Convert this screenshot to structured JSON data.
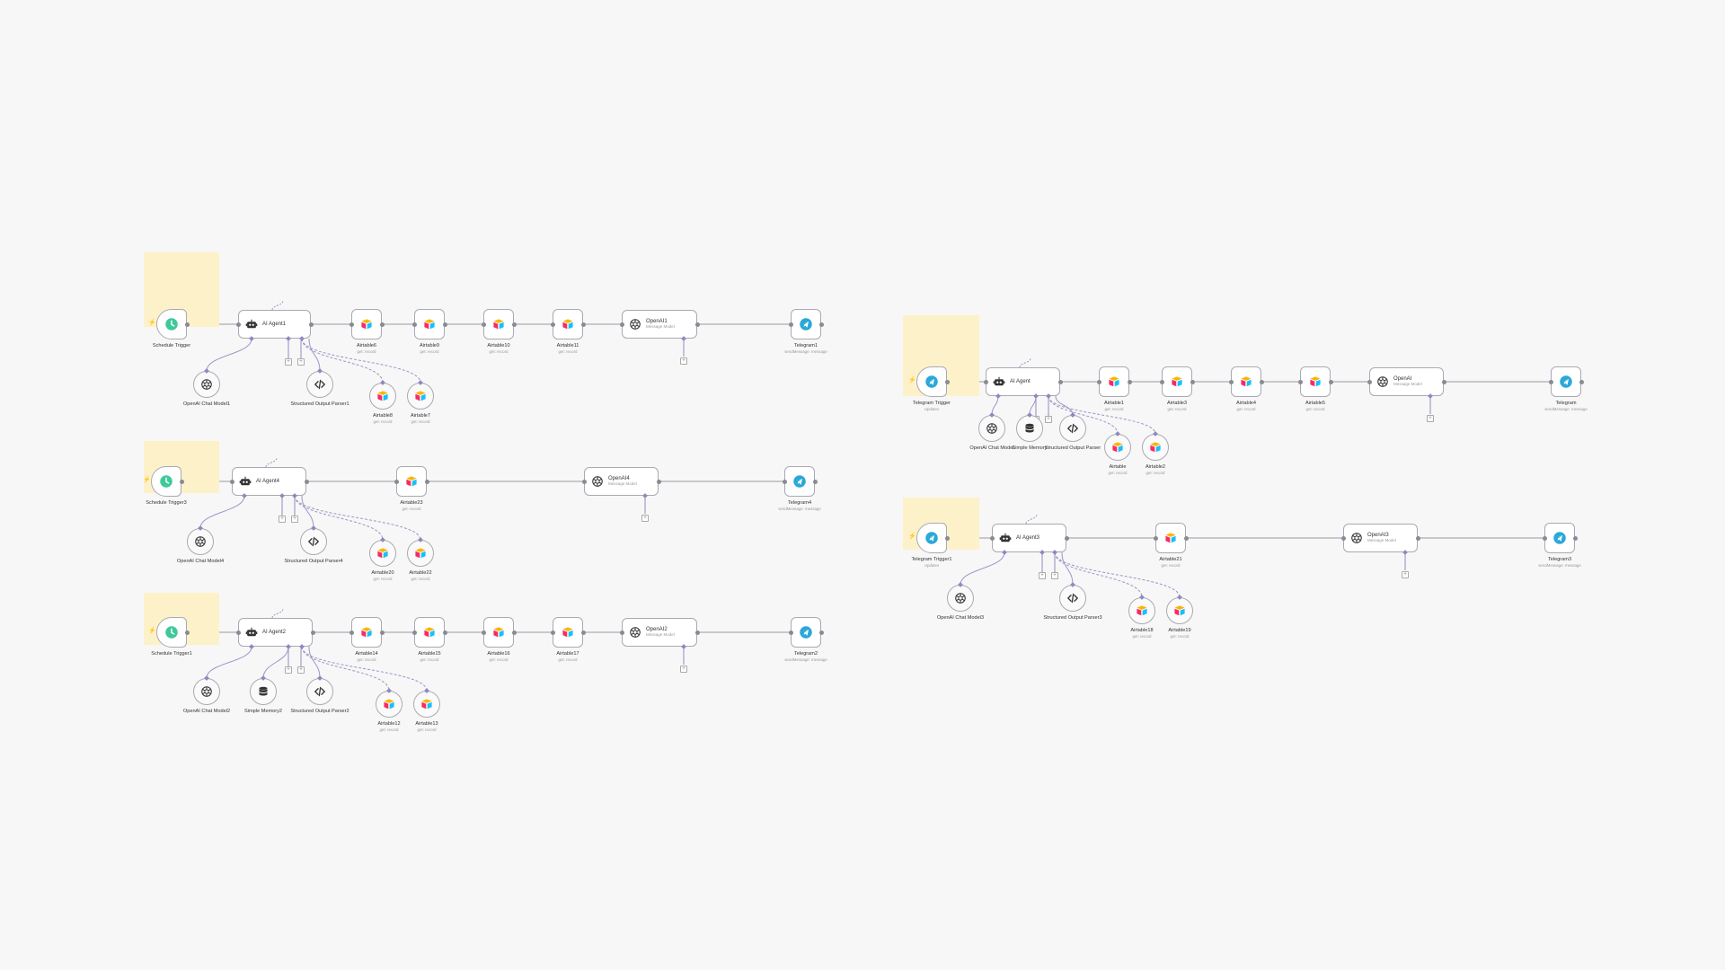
{
  "canvas": {
    "background": "#f7f7f7",
    "colors": {
      "trigger_green": "#3ec99a",
      "telegram_blue": "#2aa8d8",
      "agent_dark": "#333333",
      "connection": "#9a9aa2",
      "sub_connection": "#9c95c7",
      "sticky": "#fdf1c9",
      "bolt": "#ff6d5a"
    },
    "workflows": [
      {
        "id": "wf1",
        "trigger": {
          "label": "Schedule Trigger",
          "sub": "",
          "icon": "clock-icon"
        },
        "agent": {
          "label": "AI Agent1"
        },
        "chain": [
          {
            "label": "Airtable6",
            "sub": "get: record"
          },
          {
            "label": "Airtable9",
            "sub": "get: record"
          },
          {
            "label": "Airtable10",
            "sub": "get: record"
          },
          {
            "label": "Airtable11",
            "sub": "get: record"
          }
        ],
        "openai": {
          "label": "OpenAI1",
          "sub": "Message Model"
        },
        "telegram": {
          "label": "Telegram1",
          "sub": "sendMessage: message"
        },
        "subs": [
          {
            "label": "OpenAI Chat Model1",
            "sub": "",
            "icon": "openai-icon"
          },
          {
            "label": "Structured Output Parser1",
            "sub": "",
            "icon": "code-icon"
          },
          {
            "label": "Airtable8",
            "sub": "get: record",
            "icon": "airtable-icon"
          },
          {
            "label": "Airtable7",
            "sub": "get: record",
            "icon": "airtable-icon"
          }
        ]
      },
      {
        "id": "wf2",
        "trigger": {
          "label": "Schedule Trigger3",
          "sub": "",
          "icon": "clock-icon"
        },
        "agent": {
          "label": "AI Agent4"
        },
        "chain": [
          {
            "label": "Airtable23",
            "sub": "get: record"
          }
        ],
        "openai": {
          "label": "OpenAI4",
          "sub": "Message Model"
        },
        "telegram": {
          "label": "Telegram4",
          "sub": "sendMessage: message"
        },
        "subs": [
          {
            "label": "OpenAI Chat Model4",
            "sub": "",
            "icon": "openai-icon"
          },
          {
            "label": "Structured Output Parser4",
            "sub": "",
            "icon": "code-icon"
          },
          {
            "label": "Airtable20",
            "sub": "get: record",
            "icon": "airtable-icon"
          },
          {
            "label": "Airtable22",
            "sub": "get: record",
            "icon": "airtable-icon"
          }
        ]
      },
      {
        "id": "wf3",
        "trigger": {
          "label": "Schedule Trigger1",
          "sub": "",
          "icon": "clock-icon"
        },
        "agent": {
          "label": "AI Agent2"
        },
        "chain": [
          {
            "label": "Airtable14",
            "sub": "get: record"
          },
          {
            "label": "Airtable15",
            "sub": "get: record"
          },
          {
            "label": "Airtable16",
            "sub": "get: record"
          },
          {
            "label": "Airtable17",
            "sub": "get: record"
          }
        ],
        "openai": {
          "label": "OpenAI2",
          "sub": "Message Model"
        },
        "telegram": {
          "label": "Telegram2",
          "sub": "sendMessage: message"
        },
        "subs": [
          {
            "label": "OpenAI Chat Model2",
            "sub": "",
            "icon": "openai-icon"
          },
          {
            "label": "Simple Memory2",
            "sub": "",
            "icon": "memory-icon"
          },
          {
            "label": "Structured Output Parser2",
            "sub": "",
            "icon": "code-icon"
          },
          {
            "label": "Airtable12",
            "sub": "get: record",
            "icon": "airtable-icon"
          },
          {
            "label": "Airtable13",
            "sub": "get: record",
            "icon": "airtable-icon"
          }
        ]
      },
      {
        "id": "wf4",
        "trigger": {
          "label": "Telegram Trigger",
          "sub": "Updates",
          "icon": "telegram-icon"
        },
        "agent": {
          "label": "AI Agent"
        },
        "chain": [
          {
            "label": "Airtable1",
            "sub": "get: record"
          },
          {
            "label": "Airtable3",
            "sub": "get: record"
          },
          {
            "label": "Airtable4",
            "sub": "get: record"
          },
          {
            "label": "Airtable5",
            "sub": "get: record"
          }
        ],
        "openai": {
          "label": "OpenAI",
          "sub": "Message Model"
        },
        "telegram": {
          "label": "Telegram",
          "sub": "sendMessage: message"
        },
        "subs": [
          {
            "label": "OpenAI Chat Model",
            "sub": "",
            "icon": "openai-icon"
          },
          {
            "label": "Simple Memory",
            "sub": "",
            "icon": "memory-icon"
          },
          {
            "label": "Structured Output Parser",
            "sub": "",
            "icon": "code-icon"
          },
          {
            "label": "Airtable",
            "sub": "get: record",
            "icon": "airtable-icon"
          },
          {
            "label": "Airtable2",
            "sub": "get: record",
            "icon": "airtable-icon"
          }
        ]
      },
      {
        "id": "wf5",
        "trigger": {
          "label": "Telegram Trigger1",
          "sub": "Updates",
          "icon": "telegram-icon"
        },
        "agent": {
          "label": "AI Agent3"
        },
        "chain": [
          {
            "label": "Airtable21",
            "sub": "get: record"
          }
        ],
        "openai": {
          "label": "OpenAI3",
          "sub": "Message Model"
        },
        "telegram": {
          "label": "Telegram3",
          "sub": "sendMessage: message"
        },
        "subs": [
          {
            "label": "OpenAI Chat Model3",
            "sub": "",
            "icon": "openai-icon"
          },
          {
            "label": "Structured Output Parser3",
            "sub": "",
            "icon": "code-icon"
          },
          {
            "label": "Airtable18",
            "sub": "get: record",
            "icon": "airtable-icon"
          },
          {
            "label": "Airtable19",
            "sub": "get: record",
            "icon": "airtable-icon"
          }
        ]
      }
    ]
  }
}
